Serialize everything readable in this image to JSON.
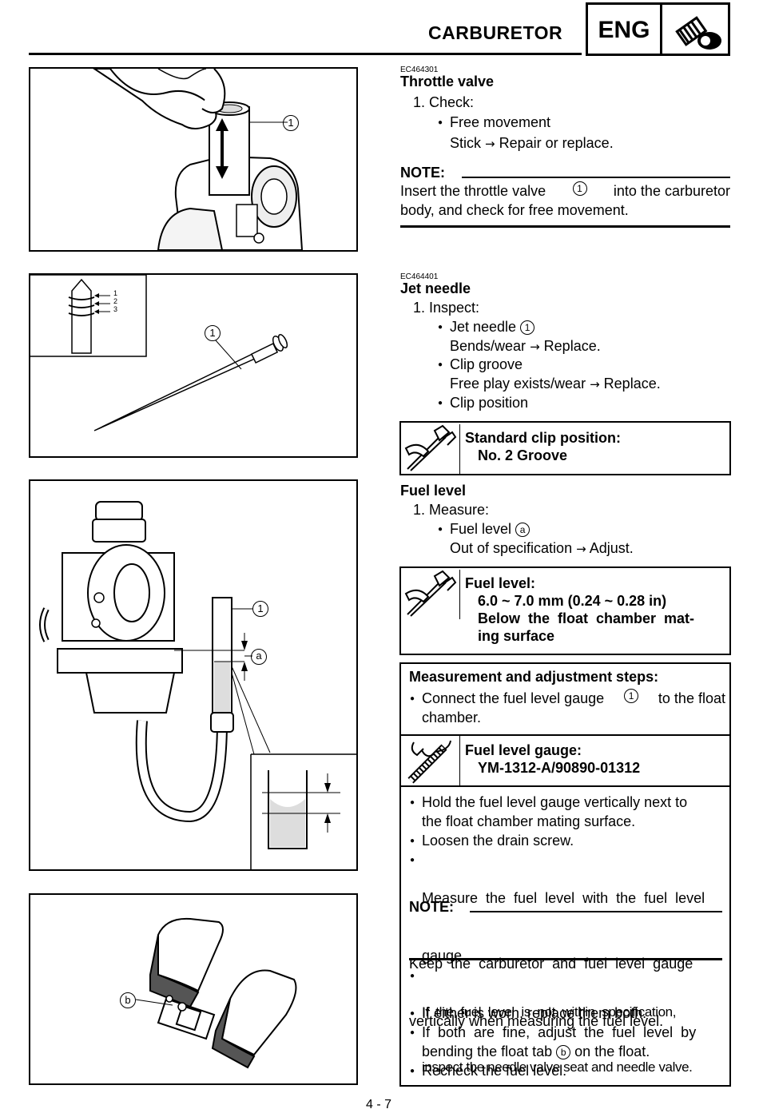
{
  "header": {
    "title": "CARBURETOR",
    "badge": "ENG",
    "icon": "engine-gear-icon"
  },
  "page_number": "4 - 7",
  "throttle": {
    "code": "EC464301",
    "title": "Throttle valve",
    "step": "1.  Check:",
    "bullet": "Free movement",
    "result": "Stick",
    "result_action": "Repair or replace.",
    "note_label": "NOTE:",
    "note_line1": "Insert the throttle valve",
    "note_line1_after": "into the carburetor",
    "note_line2": "body, and check for free movement.",
    "callout": "1"
  },
  "jet": {
    "code": "EC464401",
    "title": "Jet needle",
    "step": "1.  Inspect:",
    "b1": "Jet needle",
    "b1_result": "Bends/wear",
    "b1_action": "Replace.",
    "b2": "Clip groove",
    "b2_result": "Free play exists/wear",
    "b2_action": "Replace.",
    "b3": "Clip position",
    "spec_label": "Standard clip position:",
    "spec_value": "No. 2 Groove",
    "groove_labels": [
      "1",
      "2",
      "3"
    ],
    "callout": "1"
  },
  "fuel": {
    "title": "Fuel level",
    "step": "1.  Measure:",
    "b1": "Fuel level",
    "b1_result": "Out of specification",
    "b1_action": "Adjust.",
    "spec_label": "Fuel level:",
    "spec_value1": "6.0 ~ 7.0 mm (0.24 ~ 0.28 in)",
    "spec_value2": "Below  the  float  chamber  mat-",
    "spec_value3": "ing surface",
    "callout_1": "1",
    "callout_a": "a"
  },
  "steps": {
    "title": "Measurement and adjustment steps:",
    "connect_1": "Connect the fuel level gauge",
    "connect_2": "to the float",
    "connect_3": "chamber.",
    "tool_label": "Fuel level gauge:",
    "tool_value": "YM-1312-A/90890-01312",
    "h1": "Hold the fuel level gauge vertically next to",
    "h2": "the float chamber mating surface.",
    "loosen": "Loosen the drain screw.",
    "m1": "Measure  the  fuel  level  with  the  fuel  level",
    "m2": "gauge.",
    "note_label": "NOTE:",
    "note1": "Keep  the  carburetor  and  fuel  level  gauge",
    "note2": "vertically when measuring the fuel level.",
    "i1": "If  the  fuel  level  is  not  within  specification,",
    "i2": "inspect the needle valve seat and needle valve.",
    "worn": "If either is worn, replace them both.",
    "f1": "If  both  are  fine,  adjust  the  fuel  level  by",
    "f2": "bending the float tab",
    "f2_after": "on the float.",
    "recheck": "Recheck the fuel level.",
    "callout_b": "b"
  }
}
